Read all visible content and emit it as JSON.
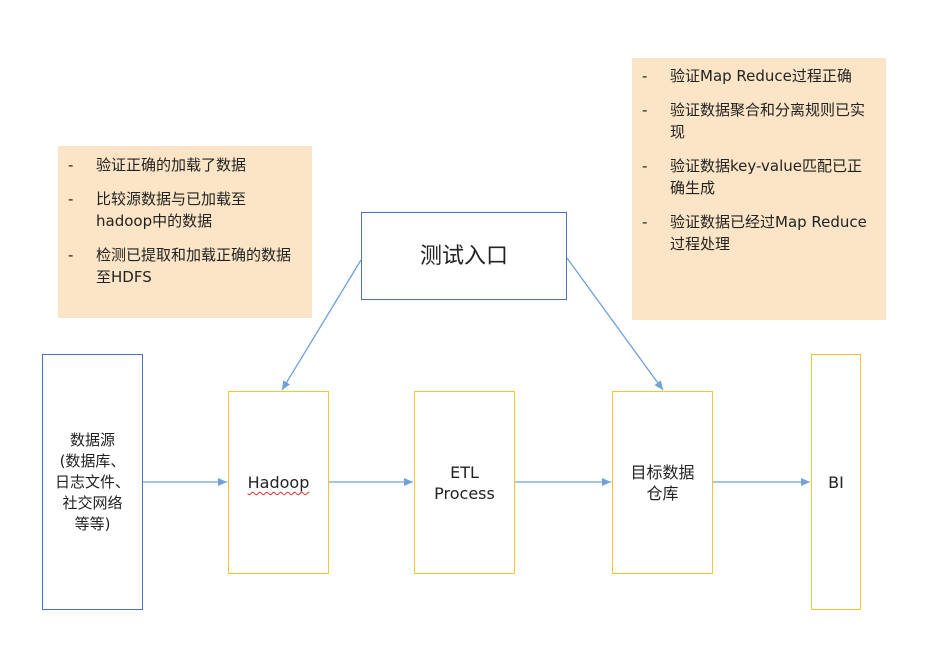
{
  "notes": {
    "left": {
      "bullet": "-",
      "items": [
        "验证正确的加载了数据",
        "比较源数据与已加载至hadoop中的数据",
        "检测已提取和加载正确的数据至HDFS"
      ]
    },
    "right": {
      "bullet": "-",
      "items": [
        "验证Map Reduce过程正确",
        "验证数据聚合和分离规则已实现",
        "验证数据key-value匹配已正确生成",
        "验证数据已经过Map Reduce过程处理"
      ]
    }
  },
  "nodes": {
    "entry": "测试入口",
    "source": "数据源\n(数据库、\n日志文件、\n社交网络\n等等)",
    "hadoop": "Hadoop",
    "etl": "ETL\nProcess",
    "warehouse": "目标数据\n仓库",
    "bi": "BI"
  },
  "colors": {
    "note_bg": "#fbe5c6",
    "blue_border": "#4a74b8",
    "orange_border": "#f5c531",
    "arrow": "#6fa0dc"
  }
}
